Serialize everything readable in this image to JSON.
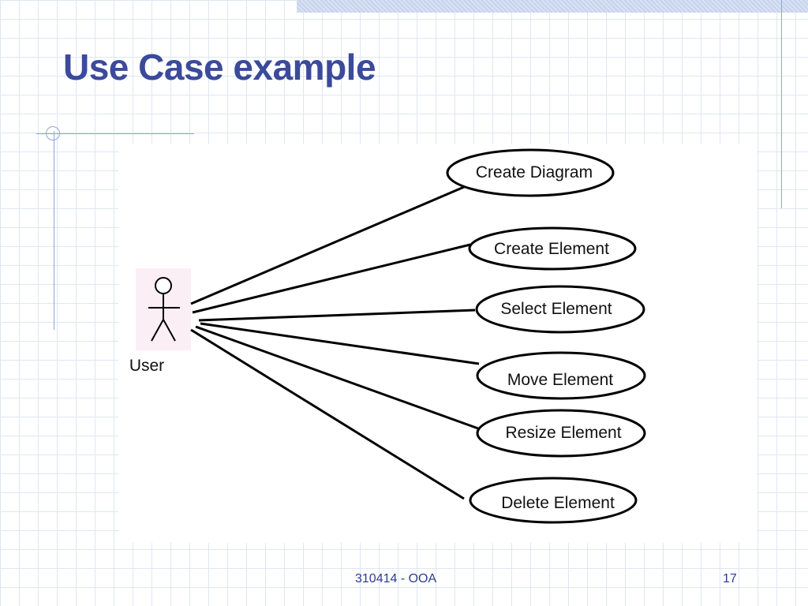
{
  "slide": {
    "title": "Use Case example",
    "footer_left": "310414 - OOA",
    "page_number": "17"
  },
  "diagram": {
    "actor": {
      "label": "User",
      "icon": "stick-figure-icon"
    },
    "use_cases": [
      "Create Diagram",
      "Create Element",
      "Select Element",
      "Move Element",
      "Resize Element",
      "Delete Element"
    ]
  },
  "colors": {
    "title": "#3b4a9a",
    "footer": "#2b3c8f",
    "grid": "#dfe6f3",
    "rules": "#8fa6d8",
    "actor_background": "#fbeef4",
    "diagram_stroke": "#000000"
  }
}
